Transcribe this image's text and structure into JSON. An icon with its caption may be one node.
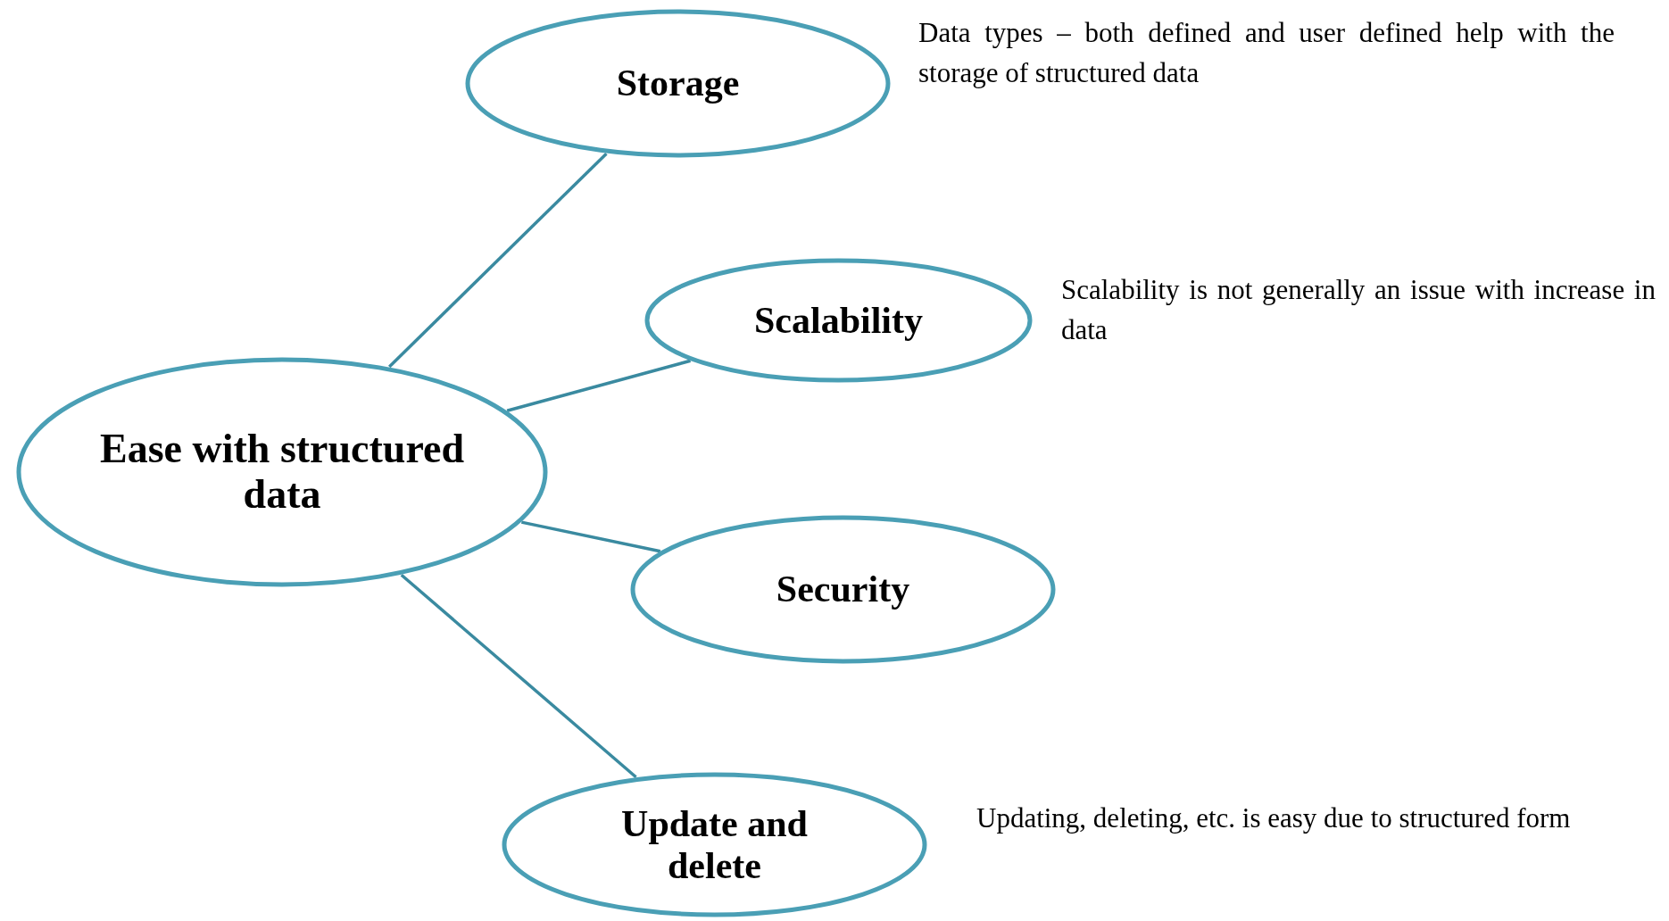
{
  "diagram": {
    "nodes": [
      {
        "text": [
          "Ease with structured data"
        ]
      },
      {
        "text": [
          "Storage"
        ],
        "beside": [
          "Data types – both defined and user defined help with the storage of structured data"
        ]
      },
      {
        "text": [
          "Scalability"
        ],
        "beside": [
          "Scalability is not generally an issue with increase in data"
        ]
      },
      {
        "text": [
          "Security"
        ]
      },
      {
        "text": [
          "Update and delete"
        ],
        "beside": [
          "Updating, deleting, etc. is easy due to structured form"
        ]
      }
    ],
    "edges": [
      {
        "from": 0,
        "to": 1,
        "arrow": "none"
      },
      {
        "from": 0,
        "to": 2,
        "arrow": "none"
      },
      {
        "from": 0,
        "to": 3,
        "arrow": "none"
      },
      {
        "from": 0,
        "to": 4,
        "arrow": "none"
      }
    ]
  }
}
